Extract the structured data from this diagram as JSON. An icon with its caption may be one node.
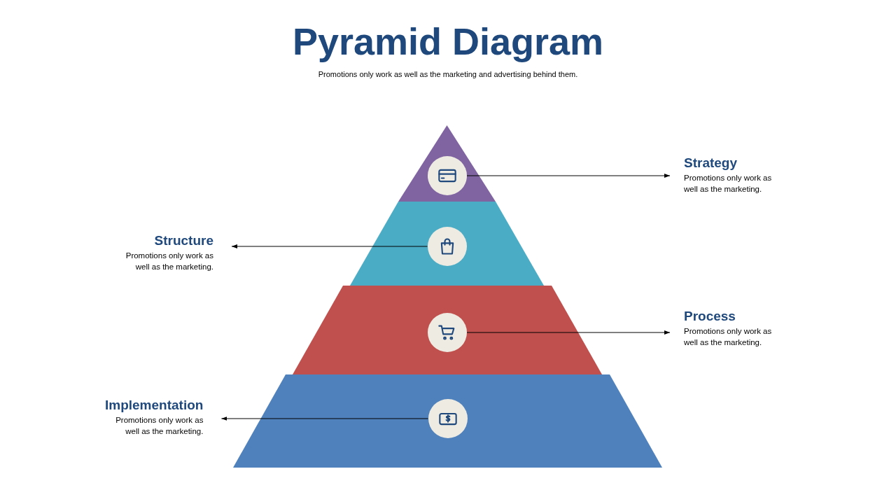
{
  "diagram": {
    "title": "Pyramid Diagram",
    "nodes": [
      {
        "text": [],
        "shape": "triangle"
      },
      {
        "text": [],
        "shape": "circle",
        "in": 0
      },
      {
        "text": [
          "Strategy",
          "Promotions only work as well as the marketing."
        ]
      },
      {
        "text": [
          "Structure",
          "Promotions only work as well as the marketing."
        ]
      },
      {
        "text": [],
        "shape": "trapezoid"
      },
      {
        "text": [],
        "shape": "circle",
        "in": 4
      },
      {
        "text": [
          "Process",
          "Promotions only work as well as the marketing."
        ]
      },
      {
        "text": [],
        "shape": "trapezoid"
      },
      {
        "text": [],
        "shape": "circle",
        "in": 7
      },
      {
        "text": [
          "Implementation",
          "Promotions only work as well as the marketing."
        ]
      },
      {
        "text": [],
        "shape": "trapezoid"
      },
      {
        "text": [],
        "shape": "circle",
        "in": 10
      }
    ],
    "edges": [
      {
        "from": 1,
        "to": 2,
        "arrow": "to"
      },
      {
        "from": 5,
        "to": 3,
        "arrow": "to"
      },
      {
        "from": 8,
        "to": 6,
        "arrow": "to"
      },
      {
        "from": 11,
        "to": 9,
        "arrow": "to"
      }
    ],
    "labels": [
      "Promotions only work as well as the marketing and advertising behind them."
    ]
  }
}
